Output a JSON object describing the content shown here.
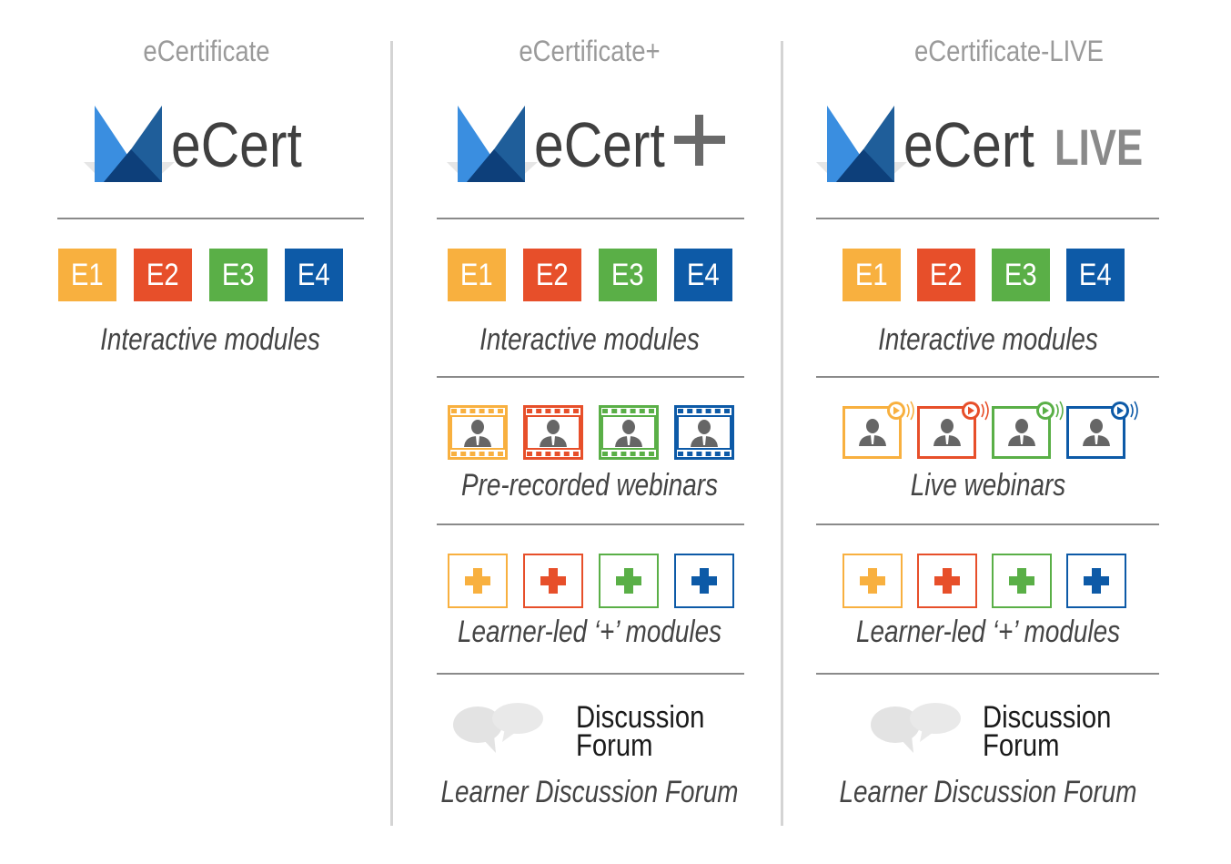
{
  "colors": {
    "yellow": "#f8b03f",
    "red": "#e74f2a",
    "green": "#5aaf47",
    "blue": "#0d5aa7",
    "logo_light": "#3a8ee0",
    "logo_mid": "#1f5e9a",
    "logo_dark": "#0d3f7a"
  },
  "columns": [
    {
      "title": "eCertificate",
      "logo": {
        "text": "eCert",
        "suffix": ""
      },
      "sections": [
        {
          "kind": "tiles",
          "labels": [
            "E1",
            "E2",
            "E3",
            "E4"
          ],
          "caption": "Interactive modules"
        }
      ]
    },
    {
      "title": "eCertificate+",
      "logo": {
        "text": "eCert",
        "suffix": "+"
      },
      "sections": [
        {
          "kind": "tiles",
          "labels": [
            "E1",
            "E2",
            "E3",
            "E4"
          ],
          "caption": "Interactive modules"
        },
        {
          "kind": "webinar-film",
          "icon": "filmstrip-person-icon",
          "caption": "Pre-recorded webinars"
        },
        {
          "kind": "plus",
          "icon": "plus-box-icon",
          "caption": "Learner-led ‘+’ modules"
        },
        {
          "kind": "forum",
          "icon": "speech-bubbles-icon",
          "label1": "Discussion",
          "label2": "Forum",
          "caption": "Learner Discussion Forum"
        }
      ]
    },
    {
      "title": "eCertificate-LIVE",
      "logo": {
        "text": "eCert",
        "suffix": "LIVE"
      },
      "sections": [
        {
          "kind": "tiles",
          "labels": [
            "E1",
            "E2",
            "E3",
            "E4"
          ],
          "caption": "Interactive modules"
        },
        {
          "kind": "webinar-live",
          "icon": "live-broadcast-person-icon",
          "caption": "Live webinars"
        },
        {
          "kind": "plus",
          "icon": "plus-box-icon",
          "caption": "Learner-led ‘+’ modules"
        },
        {
          "kind": "forum",
          "icon": "speech-bubbles-icon",
          "label1": "Discussion",
          "label2": "Forum",
          "caption": "Learner Discussion Forum"
        }
      ]
    }
  ]
}
